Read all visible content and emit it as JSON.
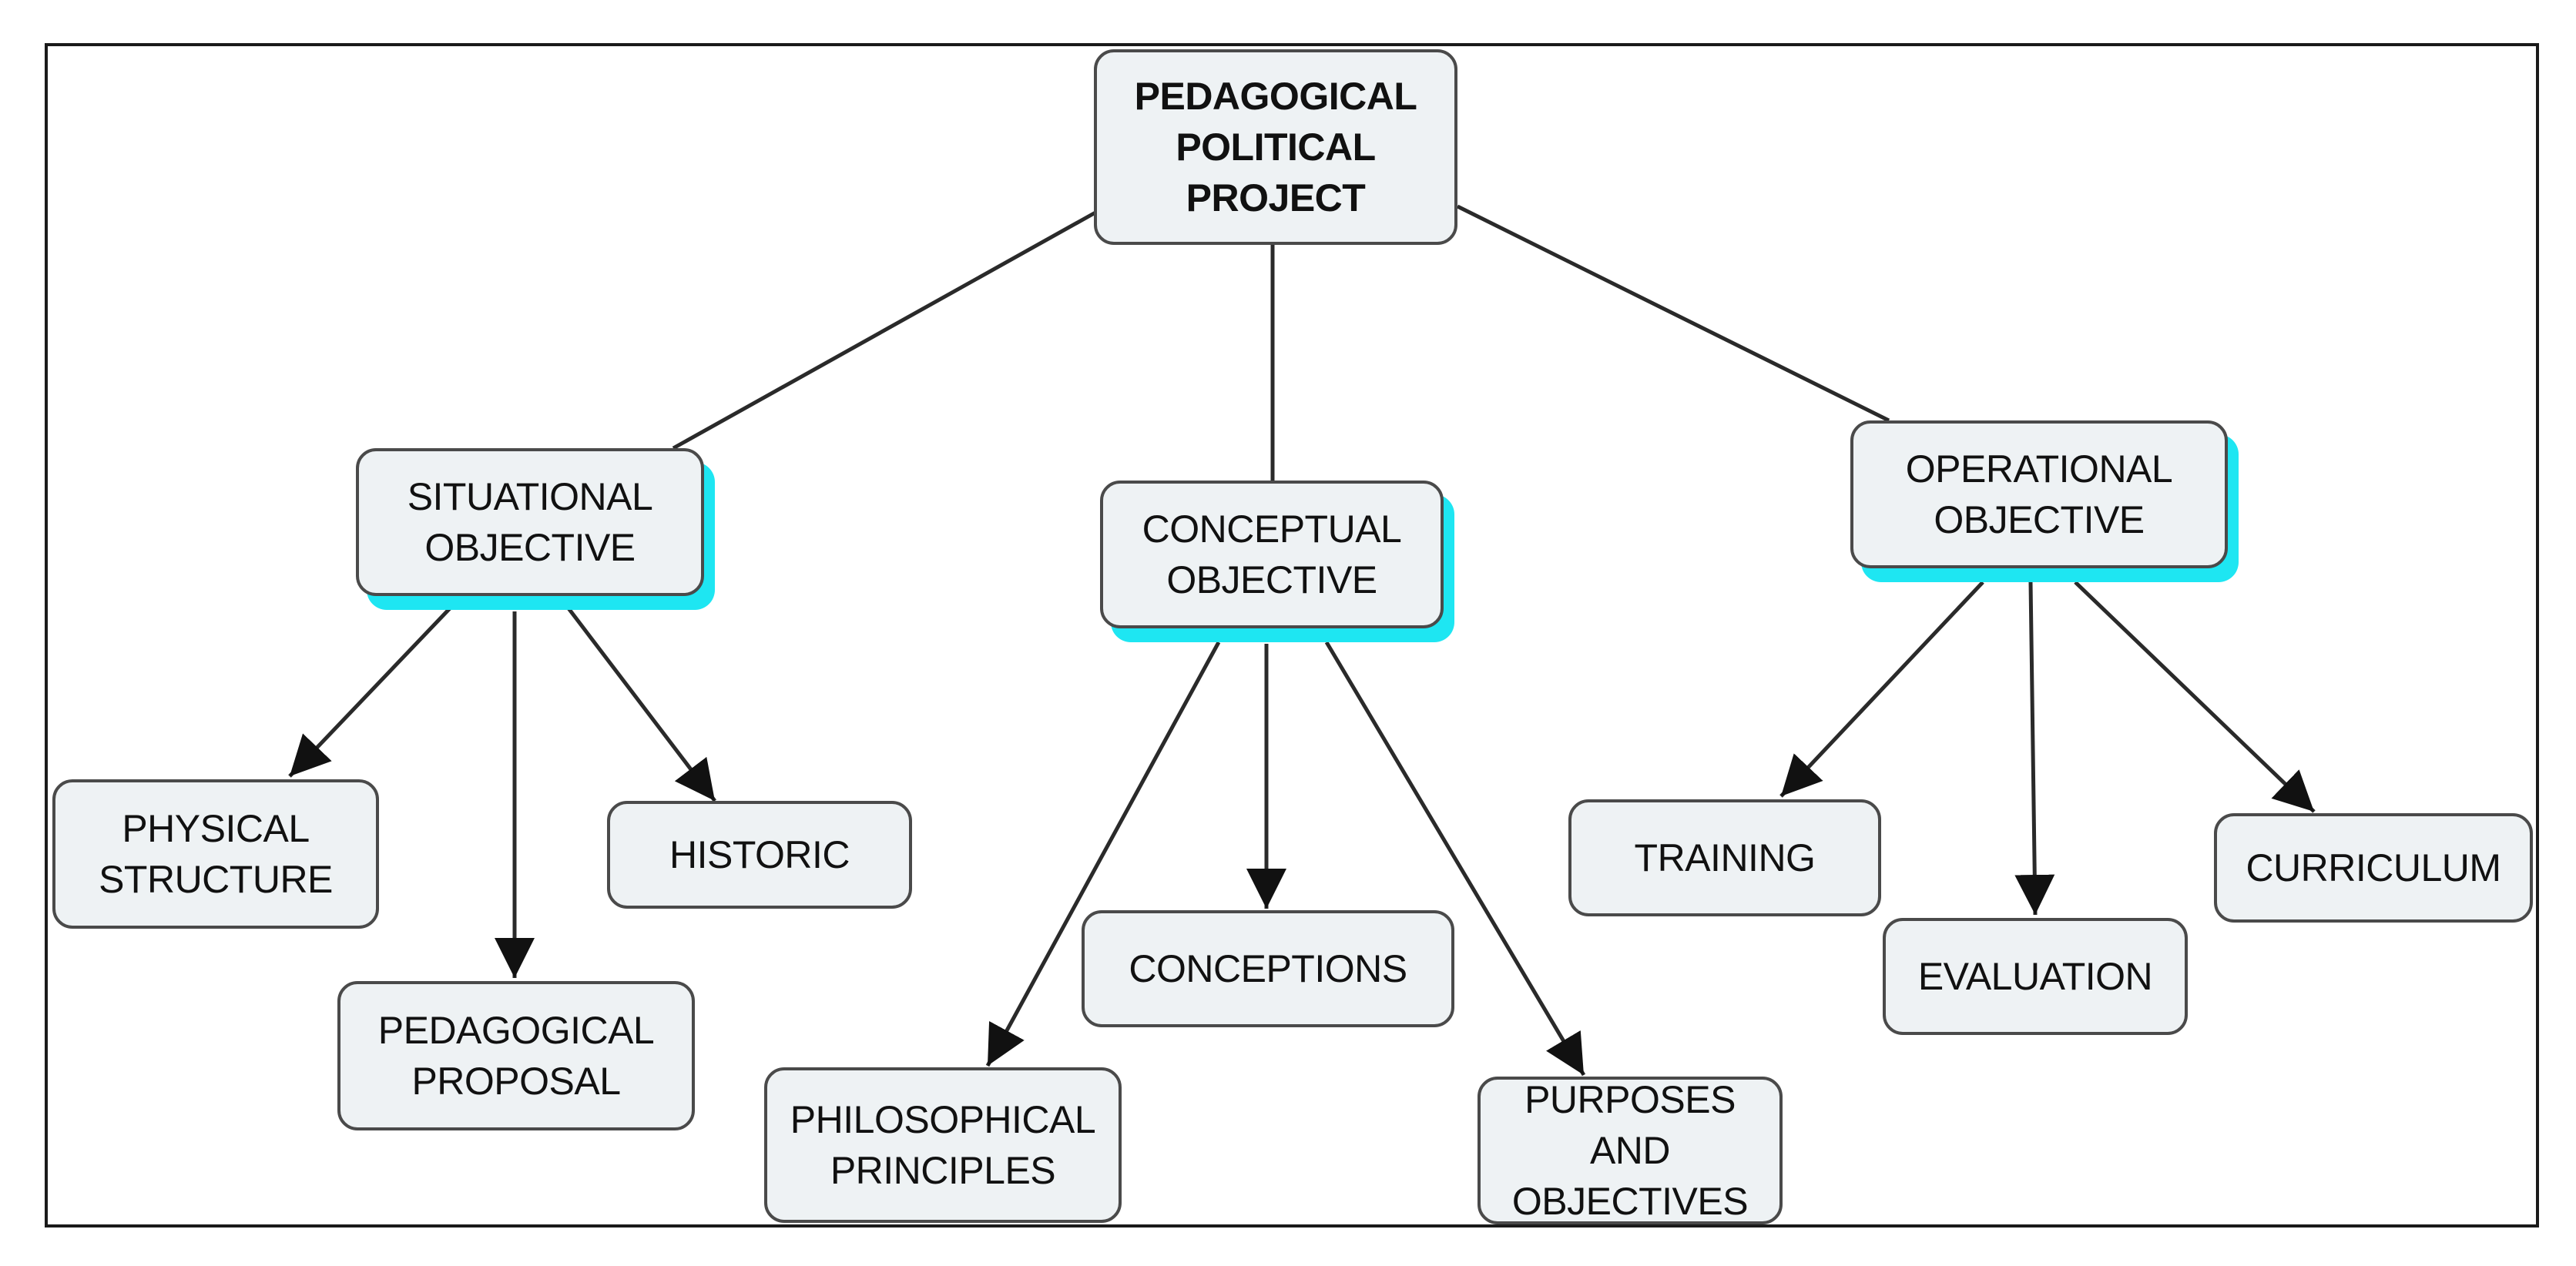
{
  "concept_map": {
    "root": "PEDAGOGICAL\nPOLITICAL\nPROJECT",
    "situational": {
      "label": "SITUATIONAL\nOBJECTIVE",
      "children": {
        "physical_structure": "PHYSICAL\nSTRUCTURE",
        "pedagogical_proposal": "PEDAGOGICAL\nPROPOSAL",
        "historic": "HISTORIC"
      }
    },
    "conceptual": {
      "label": "CONCEPTUAL\nOBJECTIVE",
      "children": {
        "philosophical_principles": "PHILOSOPHICAL\nPRINCIPLES",
        "conceptions": "CONCEPTIONS",
        "purposes_objectives": "PURPOSES AND\nOBJECTIVES"
      }
    },
    "operational": {
      "label": "OPERATIONAL\nOBJECTIVE",
      "children": {
        "training": "TRAINING",
        "evaluation": "EVALUATION",
        "curriculum": "CURRICULUM"
      }
    }
  }
}
